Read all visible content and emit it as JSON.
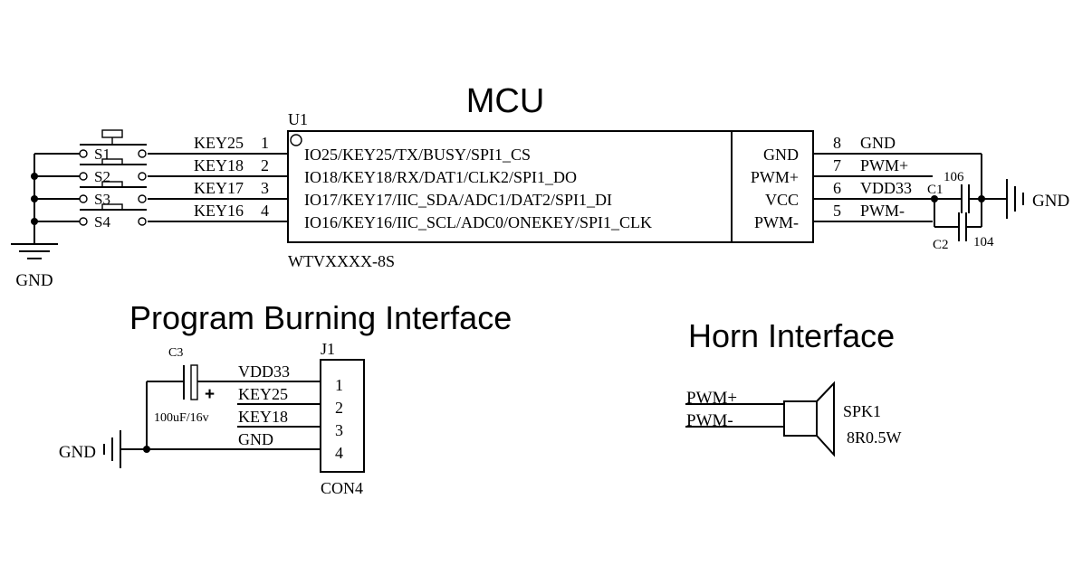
{
  "titles": {
    "mcu": "MCU",
    "program": "Program Burning Interface",
    "horn": "Horn Interface"
  },
  "mcu": {
    "ref": "U1",
    "part": "WTVXXXX-8S",
    "left_pins": [
      {
        "num": "1",
        "net": "KEY25",
        "func": "IO25/KEY25/TX/BUSY/SPI1_CS"
      },
      {
        "num": "2",
        "net": "KEY18",
        "func": "IO18/KEY18/RX/DAT1/CLK2/SPI1_DO"
      },
      {
        "num": "3",
        "net": "KEY17",
        "func": "IO17/KEY17/IIC_SDA/ADC1/DAT2/SPI1_DI"
      },
      {
        "num": "4",
        "net": "KEY16",
        "func": "IO16/KEY16/IIC_SCL/ADC0/ONEKEY/SPI1_CLK"
      }
    ],
    "right_pins": [
      {
        "num": "8",
        "name": "GND",
        "net": "GND"
      },
      {
        "num": "7",
        "name": "PWM+",
        "net": "PWM+"
      },
      {
        "num": "6",
        "name": "VCC",
        "net": "VDD33"
      },
      {
        "num": "5",
        "name": "PWM-",
        "net": "PWM-"
      }
    ]
  },
  "switches": [
    "S1",
    "S2",
    "S3",
    "S4"
  ],
  "gnd_label": "GND",
  "caps": {
    "c1": {
      "ref": "C1",
      "value": "106"
    },
    "c2": {
      "ref": "C2",
      "value": "104"
    },
    "c3": {
      "ref": "C3",
      "value": "100uF/16v",
      "polarity": "+"
    }
  },
  "connector": {
    "ref": "J1",
    "part": "CON4",
    "pins": [
      {
        "num": "1",
        "net": "VDD33"
      },
      {
        "num": "2",
        "net": "KEY25"
      },
      {
        "num": "3",
        "net": "KEY18"
      },
      {
        "num": "4",
        "net": "GND"
      }
    ]
  },
  "speaker": {
    "ref": "SPK1",
    "value": "8R0.5W",
    "nets": [
      "PWM+",
      "PWM-"
    ]
  }
}
